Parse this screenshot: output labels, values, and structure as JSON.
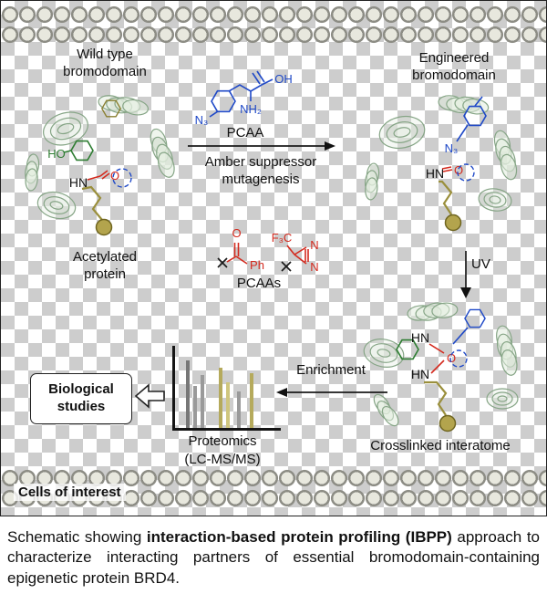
{
  "colors": {
    "chem_blue": "#1f49c7",
    "chem_red": "#d42a1e",
    "chem_green": "#2e7d32",
    "chain_olive": "#9a8f3c",
    "ribbon_green": "#86a586",
    "membrane_fill": "#e8e8de",
    "membrane_outline": "#8d8d85"
  },
  "top_row": {
    "wild_type_label_line1": "Wild type",
    "wild_type_label_line2": "bromodomain",
    "engineered_label_line1": "Engineered",
    "engineered_label_line2": "bromodomain"
  },
  "reaction": {
    "pcaa_label": "PCAA",
    "amber_line1": "Amber suppressor",
    "amber_line2": "mutagenesis"
  },
  "pcaa_structure": {
    "n3": "N₃",
    "nh2": "NH₂",
    "oh": "OH"
  },
  "wild_protein": {
    "ho": "HO",
    "hn": "HN",
    "o": "O"
  },
  "engineered_protein": {
    "n3": "N₃",
    "hn": "HN",
    "o": "O"
  },
  "crosslinked_protein": {
    "hn_upper": "HN",
    "hn_lower": "HN",
    "o": "O"
  },
  "pcaas_structures": {
    "o": "O",
    "ph": "Ph",
    "f3c": "F₃C",
    "n_upper": "N",
    "n_lower": "N",
    "label": "PCAAs"
  },
  "middle": {
    "acetylated_line1": "Acetylated",
    "acetylated_line2": "protein",
    "uv_label": "UV"
  },
  "bottom": {
    "enrichment_label": "Enrichment",
    "proteomics_label": "Proteomics",
    "lcms_label": "(LC-MS/MS)",
    "biological_line1": "Biological",
    "biological_line2": "studies",
    "crosslinked_label": "Crosslinked interatome",
    "cells_label": "Cells of interest"
  },
  "proteomics_chart": {
    "type": "bar",
    "bars": [
      {
        "x": 12,
        "height": 74,
        "color": "#777777"
      },
      {
        "x": 20,
        "height": 46,
        "color": "#9a9a9a"
      },
      {
        "x": 28,
        "height": 58,
        "color": "#9a9a9a"
      },
      {
        "x": 48,
        "height": 66,
        "color": "#b5aa5c"
      },
      {
        "x": 56,
        "height": 50,
        "color": "#cfc67e"
      },
      {
        "x": 68,
        "height": 40,
        "color": "#9a9a9a"
      },
      {
        "x": 82,
        "height": 60,
        "color": "#b5aa5c"
      }
    ]
  },
  "caption": {
    "prefix": "Schematic showing ",
    "bold": "interaction-based protein profiling (IBPP)",
    "suffix": " approach to characterize interacting partners of essential bromodomain-containing epigenetic protein BRD4."
  }
}
